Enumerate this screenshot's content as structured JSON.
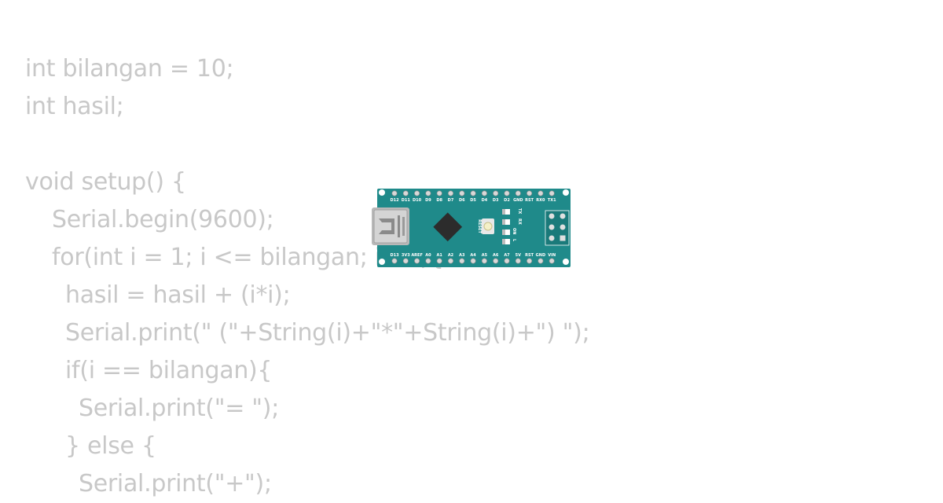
{
  "code": {
    "lines": [
      {
        "indent": "",
        "text": "int bilangan = 10;"
      },
      {
        "indent": "",
        "text": "int hasil;"
      },
      {
        "indent": "",
        "text": ""
      },
      {
        "indent": "",
        "text": "void setup() {"
      },
      {
        "indent": "  ",
        "text": "Serial.begin(9600);"
      },
      {
        "indent": "  ",
        "text": "for(int i = 1; i <= bilangan; i++){"
      },
      {
        "indent": "   ",
        "text": "hasil = hasil + (i*i);"
      },
      {
        "indent": "   ",
        "text": "Serial.print(\" (\"+String(i)+\"*\"+String(i)+\") \");"
      },
      {
        "indent": "   ",
        "text": "if(i == bilangan){"
      },
      {
        "indent": "    ",
        "text": "Serial.print(\"= \");"
      },
      {
        "indent": "   ",
        "text": "} else {"
      },
      {
        "indent": "    ",
        "text": "Serial.print(\"+\");"
      }
    ]
  },
  "board": {
    "top_pins": [
      "D12",
      "D11",
      "D10",
      "D9",
      "D8",
      "D7",
      "D6",
      "D5",
      "D4",
      "D3",
      "D2",
      "GND",
      "RST",
      "RX0",
      "TX1"
    ],
    "bottom_pins": [
      "D13",
      "3V3",
      "AREF",
      "A0",
      "A1",
      "A2",
      "A3",
      "A4",
      "A5",
      "A6",
      "A7",
      "5V",
      "RST",
      "GND",
      "VIN"
    ],
    "reset_label": "RESET",
    "led_labels": [
      "TX",
      "RX",
      "ON",
      "L"
    ],
    "colors": {
      "pcb": "#1f8a8a",
      "code_text": "#c8c8c8"
    }
  }
}
